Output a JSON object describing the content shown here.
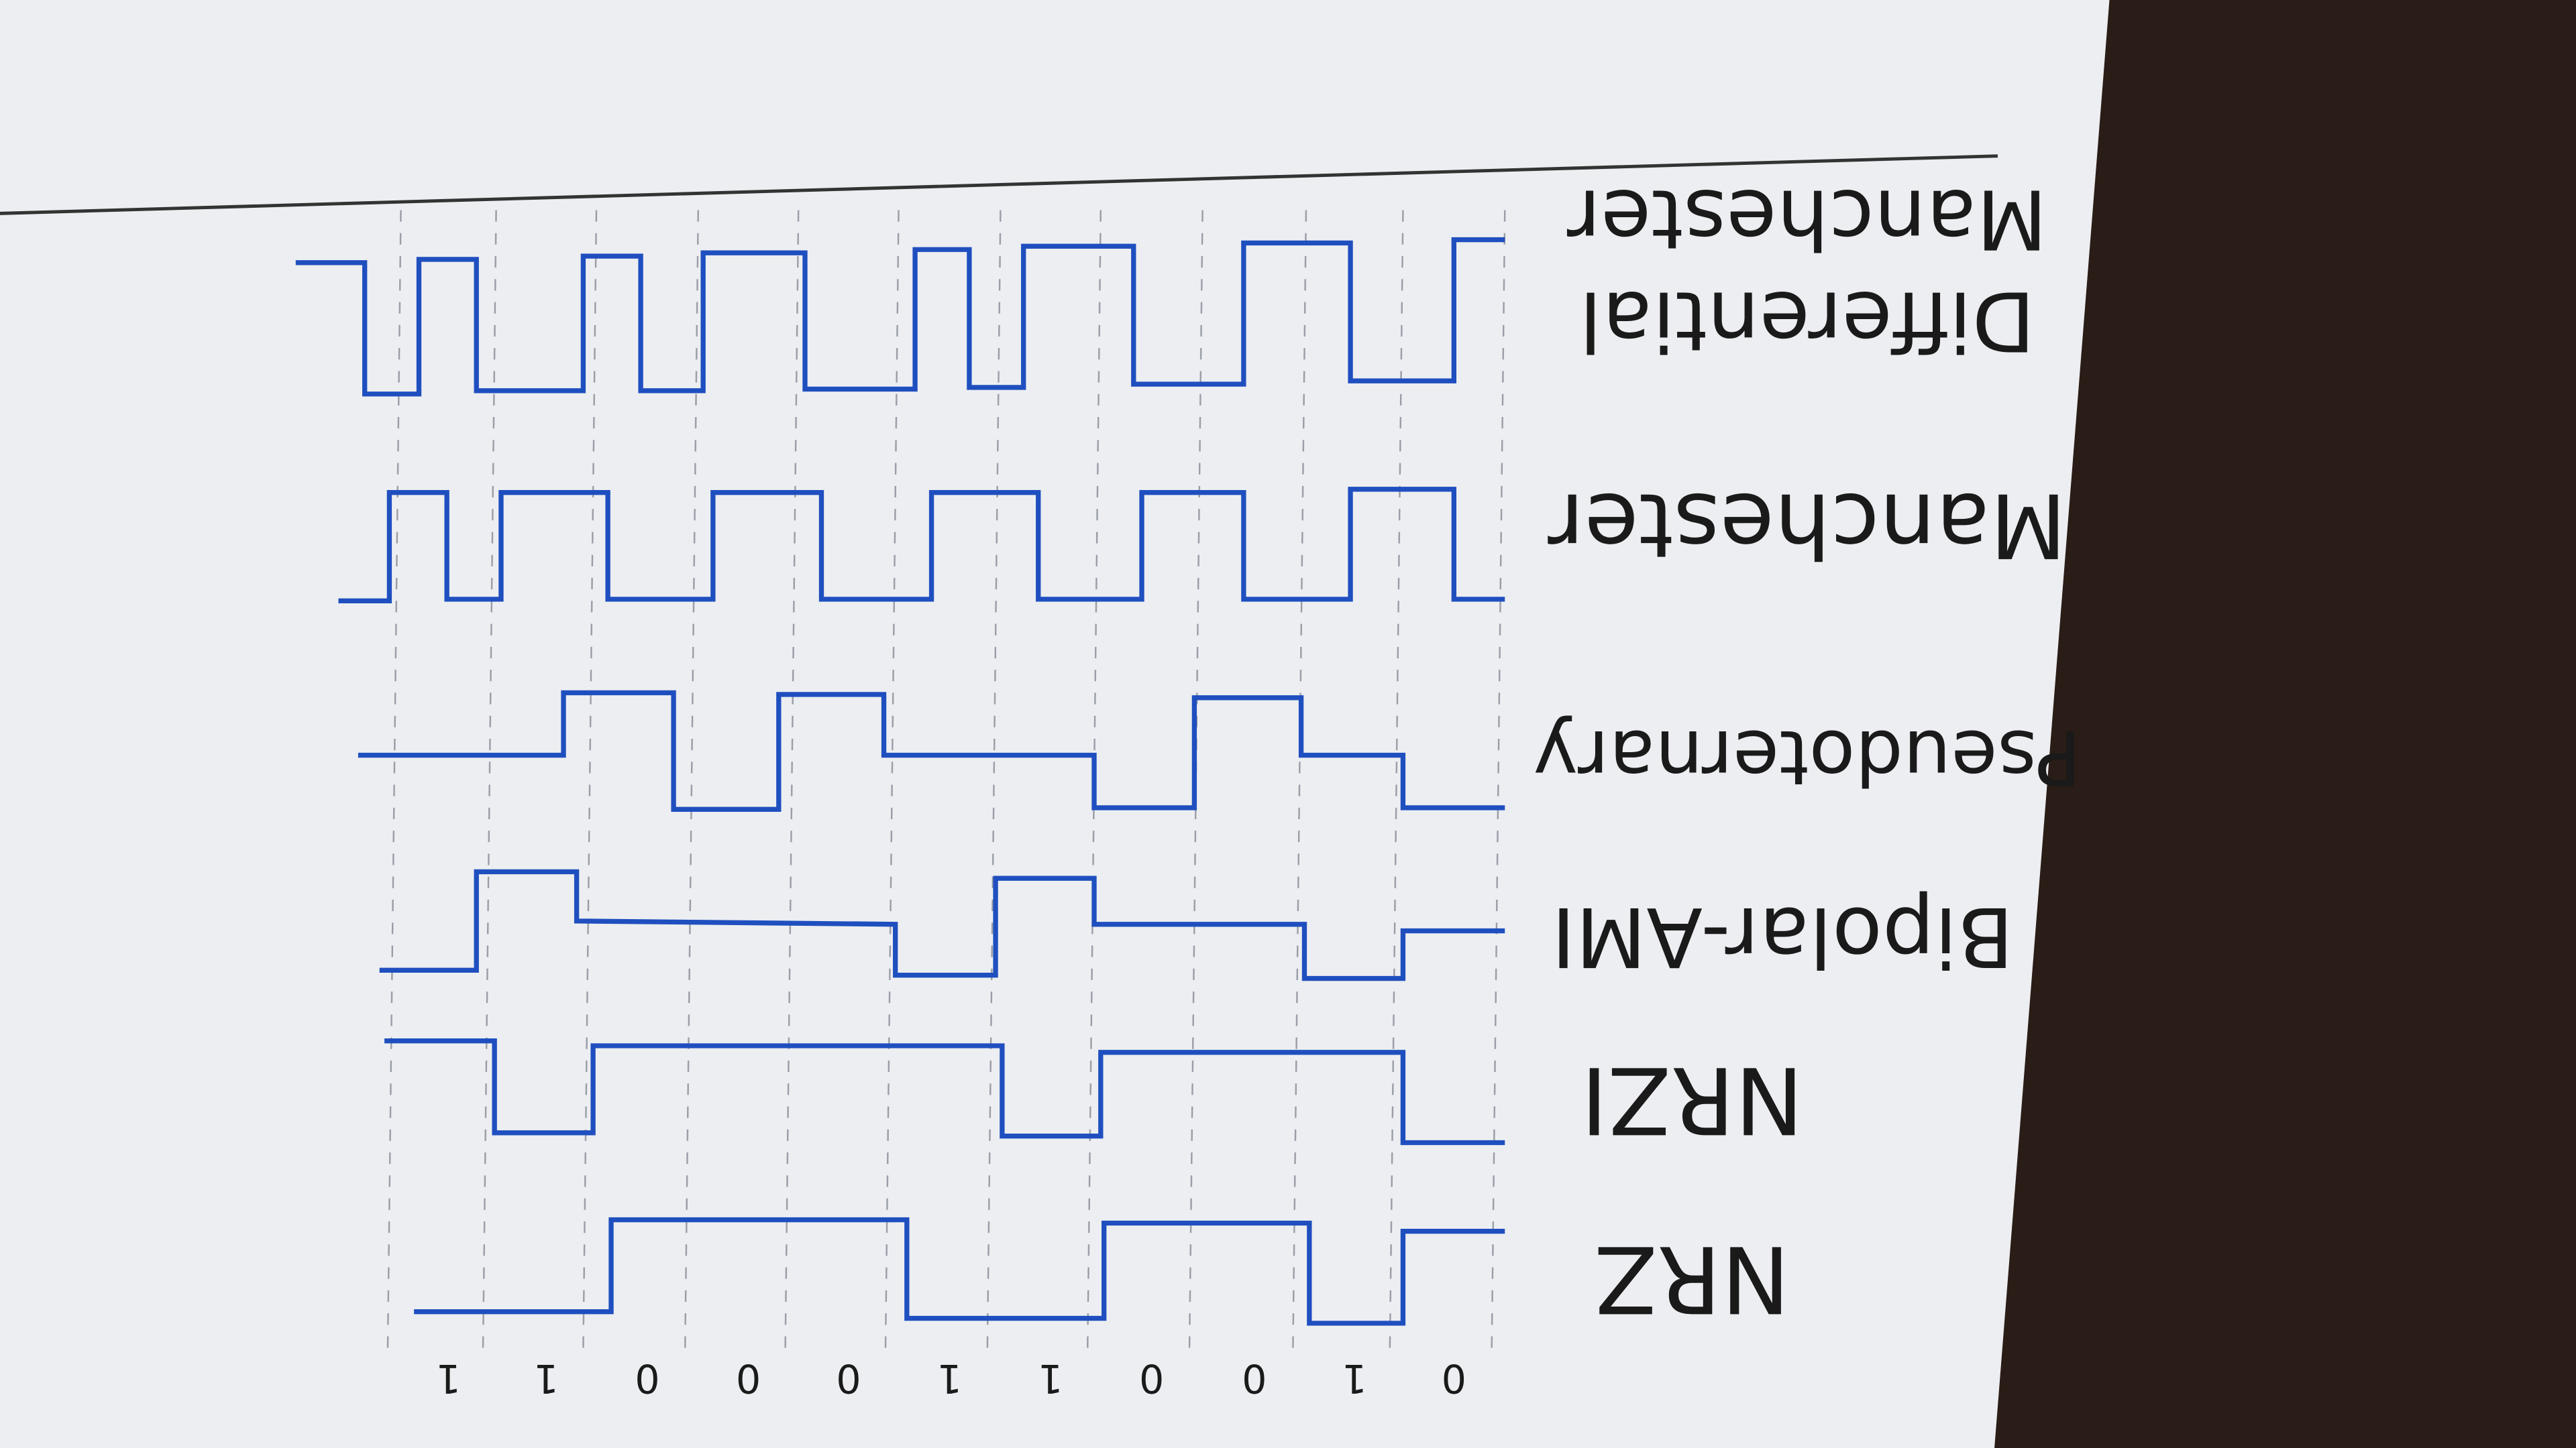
{
  "bits": [
    "0",
    "1",
    "0",
    "0",
    "1",
    "1",
    "0",
    "0",
    "0",
    "1",
    "1"
  ],
  "signals": [
    {
      "name": "NRZ"
    },
    {
      "name": "NRZI"
    },
    {
      "name": "Bipolar-AMI"
    },
    {
      "name": "Pseudoternary"
    },
    {
      "name": "Manchester"
    },
    {
      "name": "Differential Manchester"
    }
  ],
  "colors": {
    "ink": "#1f4fbf",
    "paper": "#eceef1",
    "background": "#2a1c16",
    "grid": "#9a9ea8"
  }
}
